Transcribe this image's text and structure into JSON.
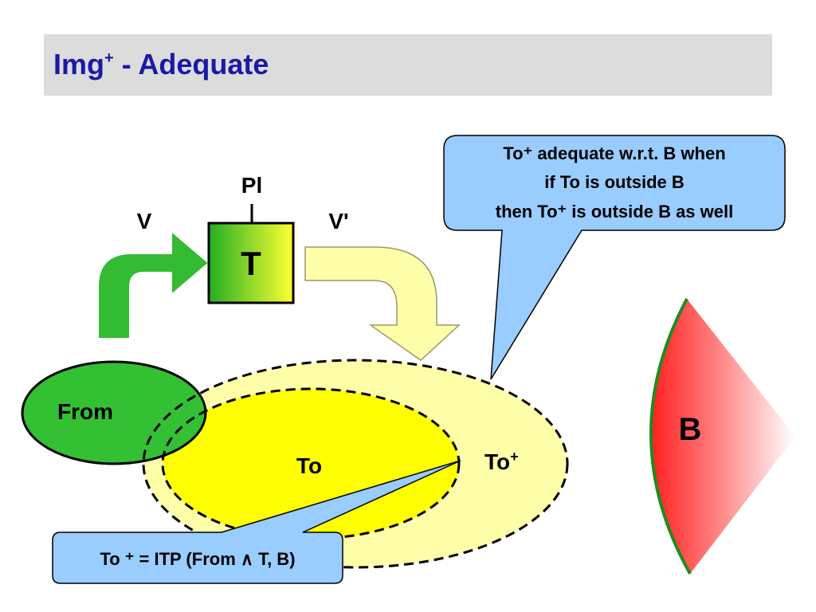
{
  "title": {
    "main": "Img",
    "superscript": "+",
    "suffix": " - Adequate"
  },
  "transformer": {
    "label": "T",
    "param_label": "Pl",
    "input_label": "V",
    "output_label": "V'"
  },
  "sets": {
    "from_label": "From",
    "to_label": "To",
    "to_plus_label": "To",
    "to_plus_sup": "+",
    "b_label": "B"
  },
  "callout_top": {
    "line1": "To⁺ adequate w.r.t. B when",
    "line2": "if To is outside B",
    "line3": "then To⁺ is outside B as well"
  },
  "callout_bottom": {
    "text": "To ⁺ = ITP (From ∧ T, B)"
  },
  "colors": {
    "title_text": "#1a1aa6",
    "title_bar": "#dcdcdc",
    "from_fill": "#33c033",
    "to_fill": "#ffff00",
    "to_plus_fill": "#ffffaa",
    "callout_fill": "#99ccff",
    "b_fill": "#ff2020",
    "b_border": "#1e8c1e",
    "arrow_green": "#33bb33",
    "arrow_yellow": "#ffffaa"
  }
}
